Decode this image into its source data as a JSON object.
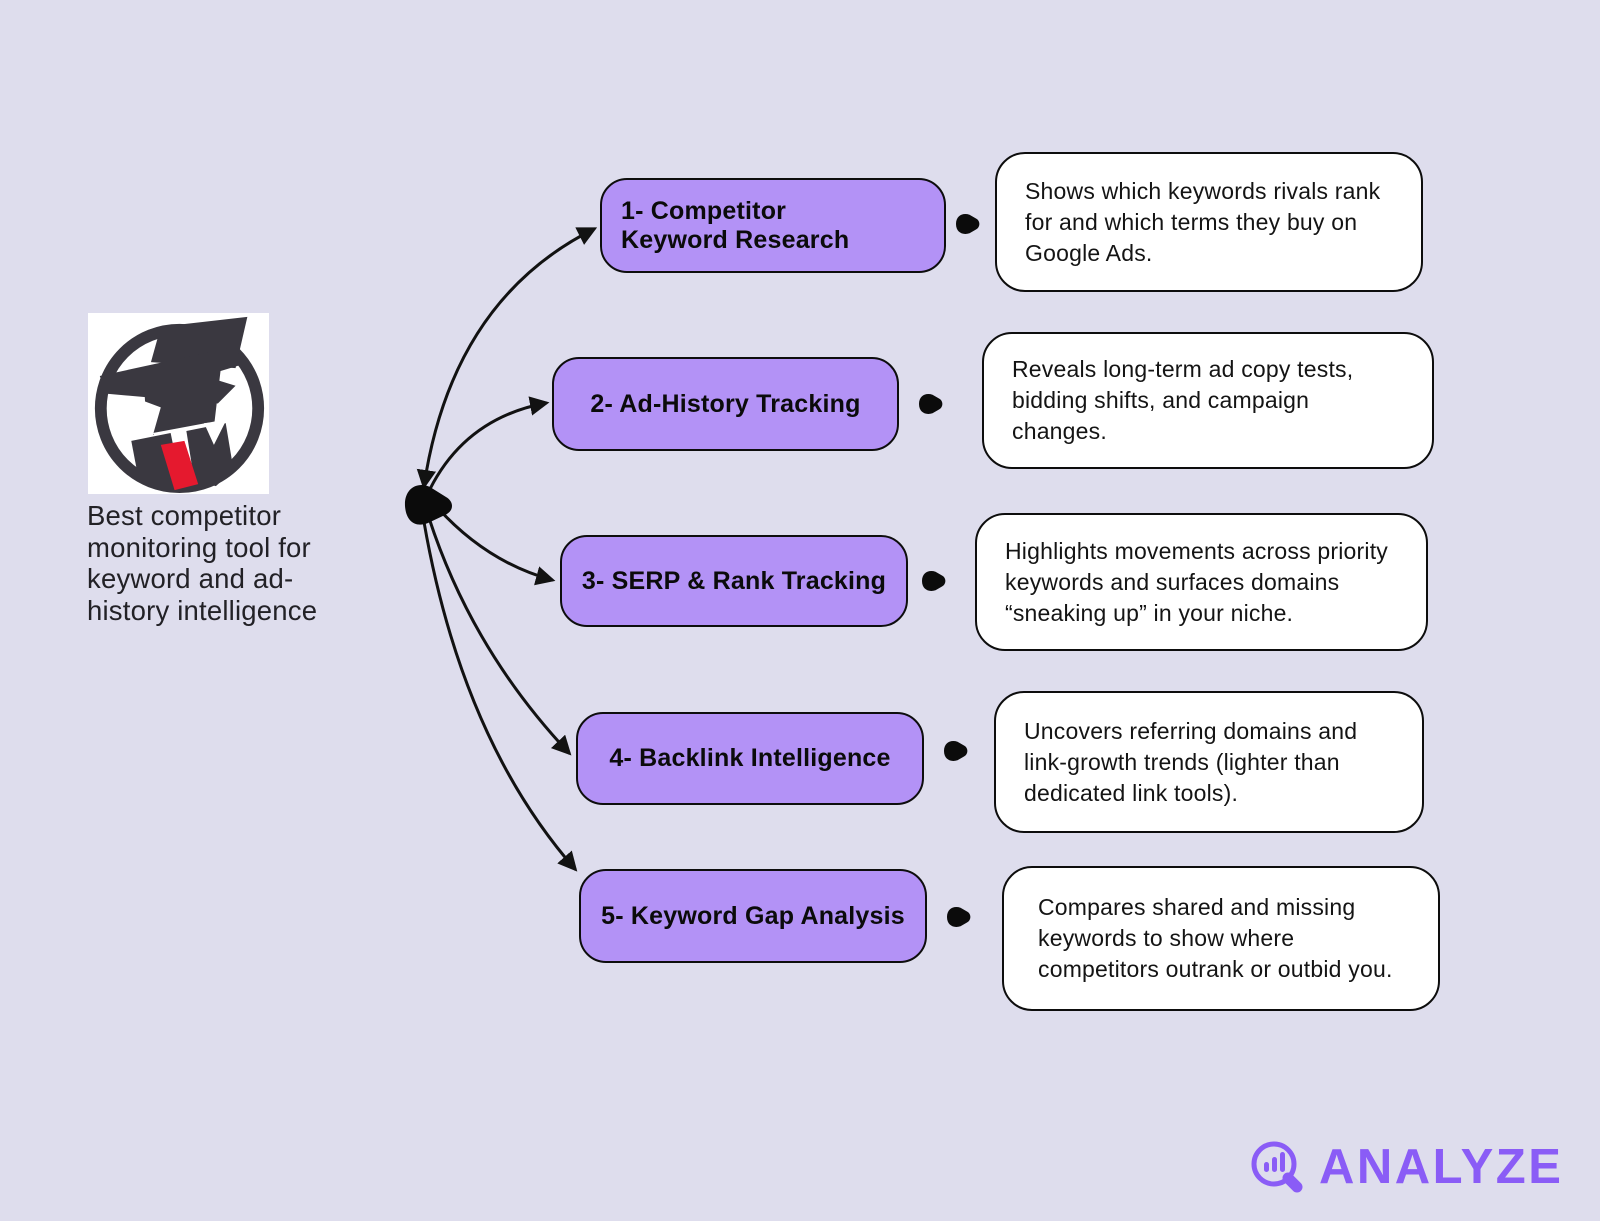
{
  "page": {
    "background_color": "#dedded",
    "type": "mindmap-infographic"
  },
  "intro": {
    "image_icon": "spy-logo",
    "caption": "Best competitor\nmonitoring tool for\nkeyword and ad-\nhistory intelligence"
  },
  "nodes": [
    {
      "label": "1- Competitor\nKeyword Research",
      "description": "Shows which keywords rivals rank for and which terms they buy on Google Ads."
    },
    {
      "label": "2- Ad-History Tracking",
      "description": "Reveals long-term ad copy tests, bidding shifts, and campaign changes."
    },
    {
      "label": "3- SERP & Rank Tracking",
      "description": "Highlights movements across priority keywords and surfaces domains “sneaking up” in your niche."
    },
    {
      "label": "4- Backlink Intelligence",
      "description": "Uncovers referring domains and link-growth trends (lighter than dedicated link tools)."
    },
    {
      "label": "5- Keyword Gap Analysis",
      "description": "Compares shared and missing keywords to show where competitors outrank or outbid you."
    }
  ],
  "brand": {
    "logo_text": "ANALYZE",
    "logo_icon": "magnifier-bar-chart-icon",
    "logo_color": "#8a5cf6"
  },
  "colors": {
    "node_fill": "#b392f6",
    "node_border": "#0d0d0d",
    "card_fill": "#ffffff",
    "connector": "#121212",
    "spy_dark": "#3a3840",
    "spy_tie_red": "#e5192e",
    "accent_purple": "#8a5cf6"
  }
}
